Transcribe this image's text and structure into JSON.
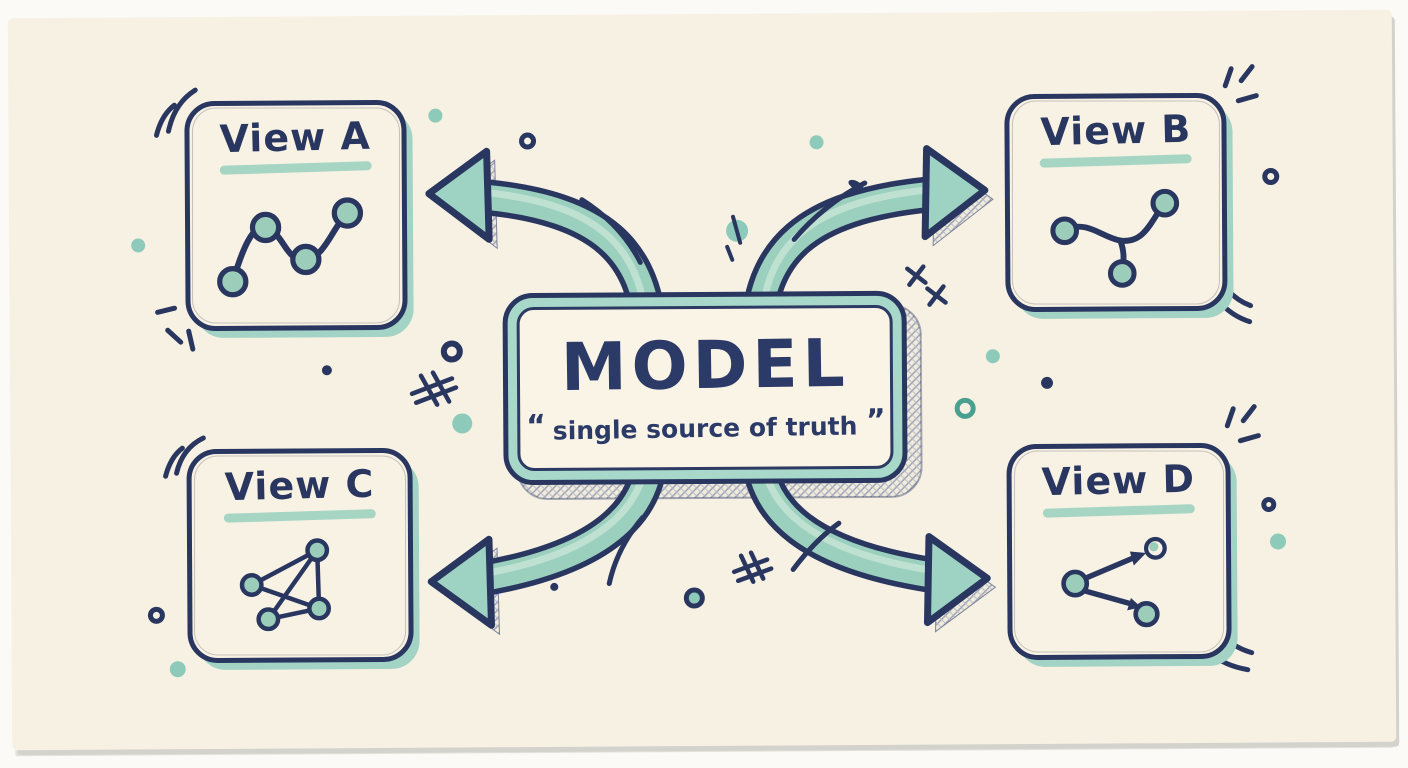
{
  "diagram": {
    "type": "hub-and-spoke",
    "center": "MODEL",
    "connections": [
      {
        "from": "MODEL",
        "to": "View A",
        "direction": "top-left"
      },
      {
        "from": "MODEL",
        "to": "View B",
        "direction": "top-right"
      },
      {
        "from": "MODEL",
        "to": "View C",
        "direction": "bottom-left"
      },
      {
        "from": "MODEL",
        "to": "View D",
        "direction": "bottom-right"
      }
    ]
  },
  "model": {
    "title": "MODEL",
    "quote_open": "“",
    "subtitle": "single source of truth",
    "quote_close": "”"
  },
  "views": [
    {
      "label": "View A",
      "doodle": "line-chart"
    },
    {
      "label": "View B",
      "doodle": "branch-curve"
    },
    {
      "label": "View C",
      "doodle": "network-graph"
    },
    {
      "label": "View D",
      "doodle": "fan-out-arrows"
    }
  ],
  "colors": {
    "ink_navy": "#293760",
    "arrow_teal": "#9bcfbe",
    "accent_teal": "#a6d5c4",
    "node_teal": "#8ecab9",
    "paper_cream": "#f7f1e3"
  }
}
